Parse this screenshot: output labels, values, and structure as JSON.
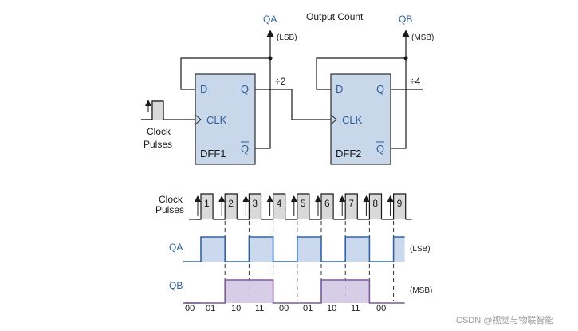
{
  "title": "Output Count",
  "outputs": {
    "qa": {
      "label": "QA",
      "note": "(LSB)"
    },
    "qb": {
      "label": "QB",
      "note": "(MSB)"
    }
  },
  "dividers": {
    "div2": "÷2",
    "div4": "÷4"
  },
  "input_label": {
    "line1": "Clock",
    "line2": "Pulses"
  },
  "flipflops": [
    {
      "name": "DFF1",
      "d": "D",
      "q": "Q",
      "clk": "CLK",
      "qbar": "Q"
    },
    {
      "name": "DFF2",
      "d": "D",
      "q": "Q",
      "clk": "CLK",
      "qbar": "Q"
    }
  ],
  "timing": {
    "clock_label": {
      "line1": "Clock",
      "line2": "Pulses"
    },
    "pulse_numbers": [
      "1",
      "2",
      "3",
      "4",
      "5",
      "6",
      "7",
      "8",
      "9"
    ],
    "rows": [
      {
        "label": "QA",
        "note": "(LSB)",
        "levels": [
          0,
          1,
          0,
          1,
          0,
          1,
          0,
          1,
          0,
          1
        ]
      },
      {
        "label": "QB",
        "note": "(MSB)",
        "levels": [
          0,
          0,
          1,
          1,
          0,
          0,
          1,
          1,
          0,
          0
        ]
      }
    ],
    "states": [
      "00",
      "01",
      "10",
      "11",
      "00",
      "01",
      "10",
      "11",
      "00"
    ]
  },
  "colors": {
    "wire": "#1a1a1a",
    "ff_fill": "#c9d7ea",
    "ff_stroke": "#2b2b2b",
    "qa_wave": "#2f63a8",
    "qa_fill": "#cad9ed",
    "qb_wave": "#7d5a9b",
    "qb_fill": "#d8cde6",
    "clock_fill": "#d9d9d9"
  },
  "watermark": "CSDN @视觉与物联智能"
}
